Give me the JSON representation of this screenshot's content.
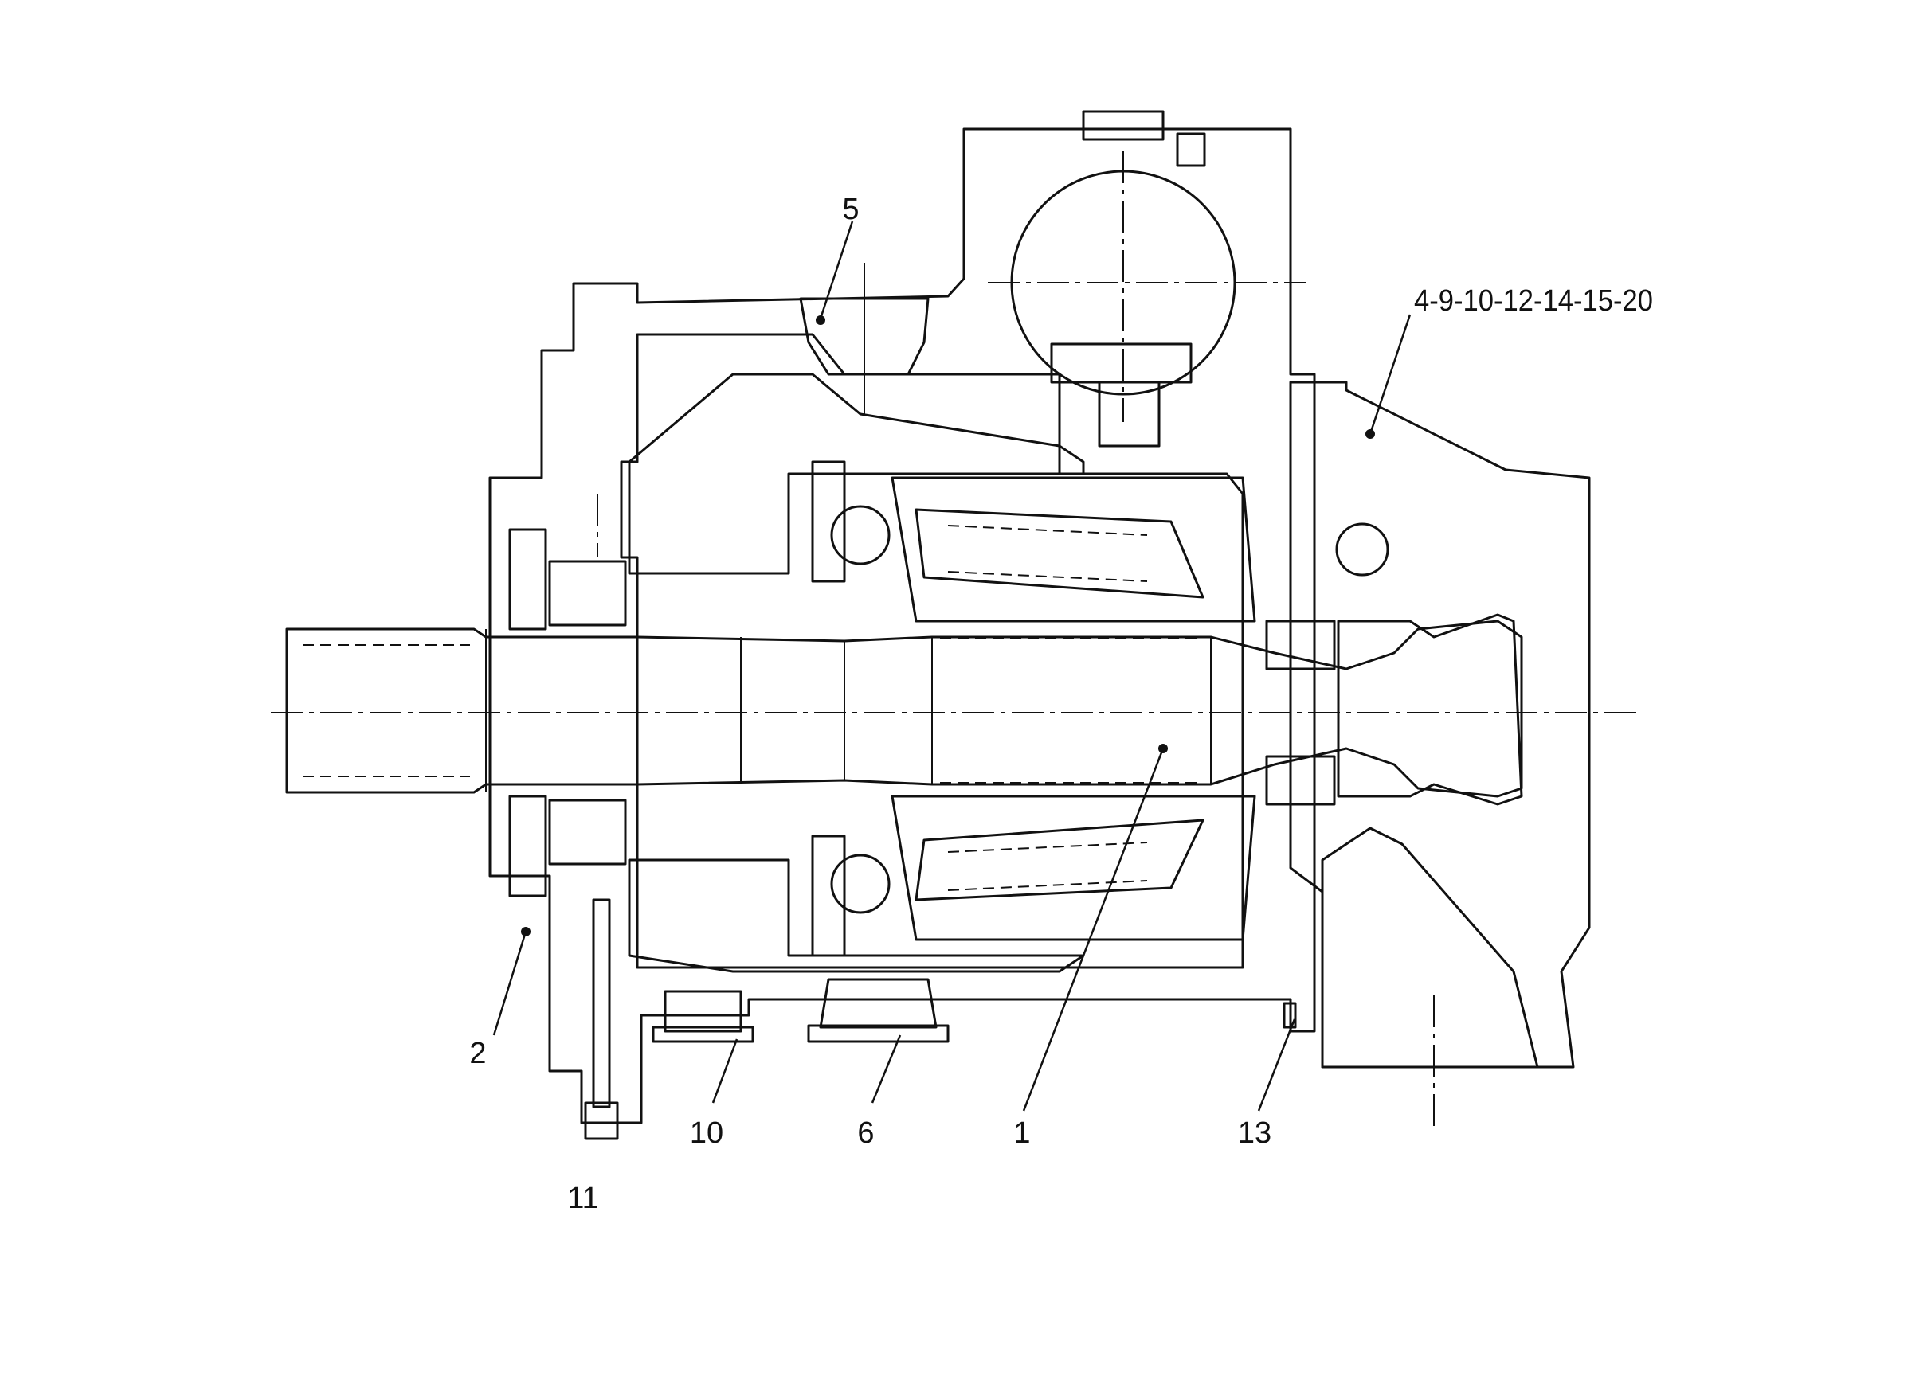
{
  "colors": {
    "ink": "#111111",
    "paper": "#ffffff"
  },
  "callouts": [
    {
      "id": "c1",
      "label": "1"
    },
    {
      "id": "c2",
      "label": "2"
    },
    {
      "id": "c5",
      "label": "5"
    },
    {
      "id": "c6",
      "label": "6"
    },
    {
      "id": "c10",
      "label": "10"
    },
    {
      "id": "c11",
      "label": "11"
    },
    {
      "id": "c13",
      "label": "13"
    },
    {
      "id": "c4",
      "label": "4-9-10-12-14-15-20"
    }
  ]
}
